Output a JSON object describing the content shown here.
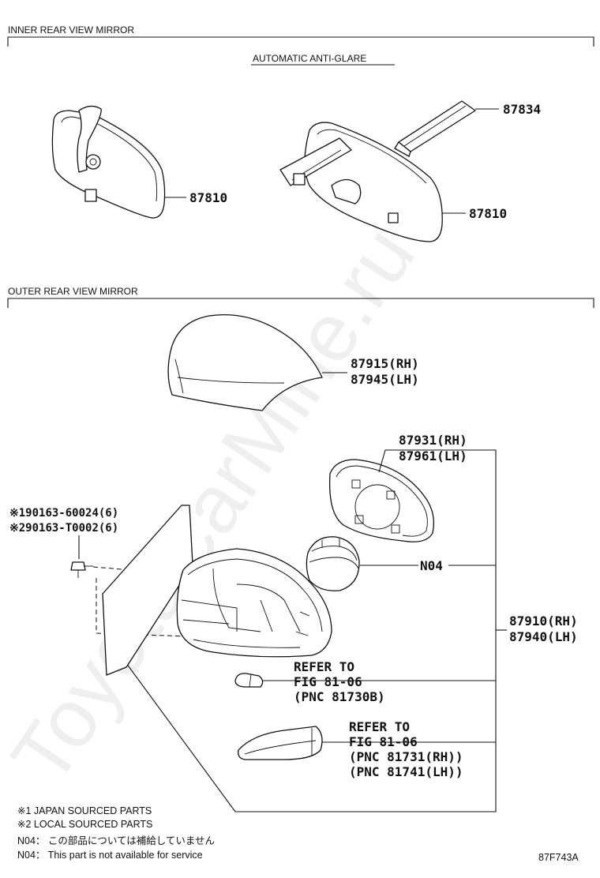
{
  "sections": {
    "inner": {
      "title": "INNER REAR VIEW MIRROR",
      "subtitle": "AUTOMATIC ANTI-GLARE"
    },
    "outer": {
      "title": "OUTER REAR VIEW MIRROR"
    }
  },
  "labels": {
    "inner_mirror_a": "87810",
    "inner_mirror_b": "87810",
    "bracket": "87834",
    "cover_rh": "87915(RH)",
    "cover_lh": "87945(LH)",
    "glass_rh": "87931(RH)",
    "glass_lh": "87961(LH)",
    "screw_1": "※190163-60024(6)",
    "screw_2": "※290163-T0002(6)",
    "n04": "N04",
    "assy_rh": "87910(RH)",
    "assy_lh": "87940(LH)",
    "refer1_line1": "REFER TO",
    "refer1_line2": "FIG 81-06",
    "refer1_line3": "(PNC 81730B)",
    "refer2_line1": "REFER TO",
    "refer2_line2": "FIG 81-06",
    "refer2_line3": "(PNC 81731(RH))",
    "refer2_line4": "(PNC 81741(LH))"
  },
  "notes": {
    "japan": "※1 JAPAN SOURCED PARTS",
    "local": "※2 LOCAL SOURCED PARTS",
    "n04_jp": "N04： この部品については補給していません",
    "n04_en": "N04： This part is not available for service"
  },
  "figure_id": "87F743A",
  "watermark": "ToyotaCarMine.ru",
  "icons": [
    "inner-mirror-icon",
    "mirror-bracket-icon",
    "mirror-cover-icon",
    "mirror-glass-icon",
    "screw-icon",
    "mirror-motor-icon",
    "mirror-housing-icon",
    "bulb-icon",
    "turn-signal-lamp-icon"
  ]
}
